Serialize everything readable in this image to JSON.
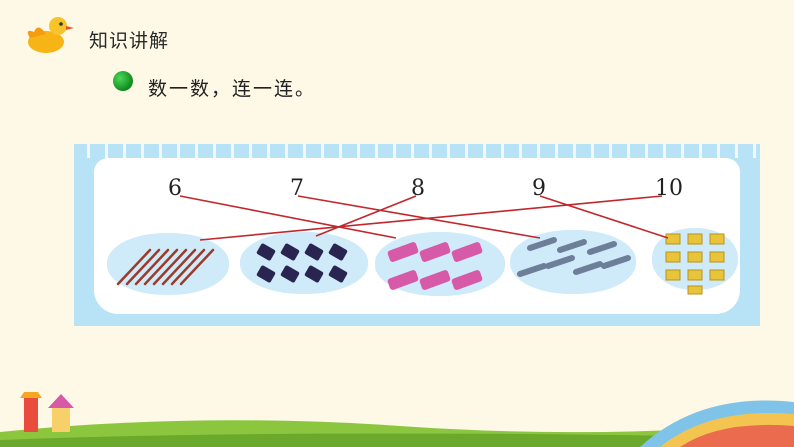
{
  "header": {
    "title": "知识讲解"
  },
  "instruction": "数一数，连一连。",
  "numbers": [
    "6",
    "7",
    "8",
    "9",
    "10"
  ]
}
